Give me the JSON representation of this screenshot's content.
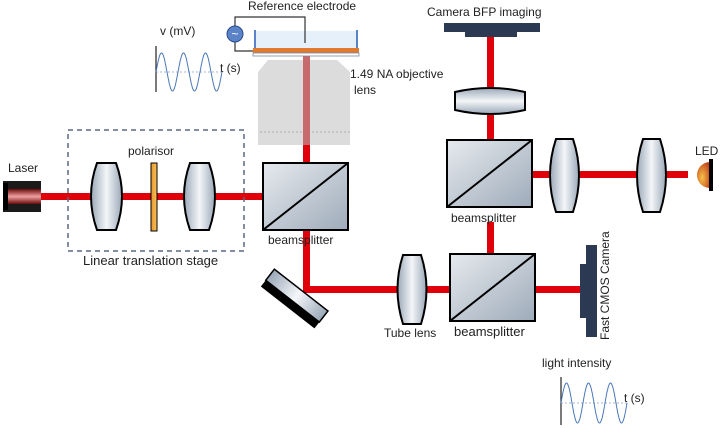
{
  "labels": {
    "reference_electrode": "Reference electrode",
    "voltage_axis": "v (mV)",
    "voltage_time_axis": "t (s)",
    "objective": "1.49 NA objective",
    "objective_line2": "lens",
    "camera_bfp": "Camera  BFP imaging",
    "laser": "Laser",
    "polarisor": "polarisor",
    "translation_stage": "Linear translation stage",
    "beamsplitter_1": "beamsplitter",
    "beamsplitter_2": "beamsplitter",
    "beamsplitter_3": "beamsplitter",
    "led": "LED",
    "tube_lens": "Tube lens",
    "fast_cmos": "Fast CMOS Camera",
    "light_intensity": "light intensity",
    "intensity_time_axis": "t (s)"
  },
  "ac_source_symbol": "~",
  "colors": {
    "beam": "#e0000a",
    "camera": "#2b3a52",
    "electrode_plate": "#e07a2e",
    "dish": "#5b84c8",
    "objective": "#dcdcdc",
    "wave": "#4a78b8"
  }
}
